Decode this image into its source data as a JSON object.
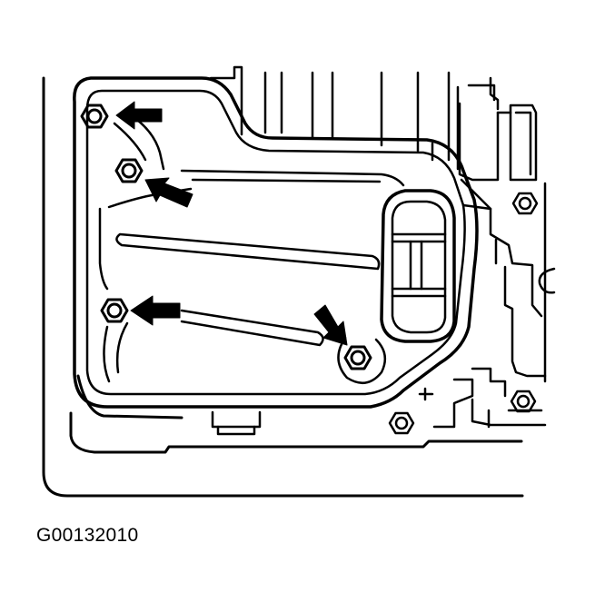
{
  "figure": {
    "code": "G00132010"
  },
  "colors": {
    "line": "#000000",
    "background": "#ffffff"
  },
  "components": {
    "bolts": [
      "filter-bolt",
      "filter-bolt",
      "filter-bolt",
      "filter-bolt"
    ],
    "arrows": [
      "arrow",
      "arrow",
      "arrow",
      "arrow"
    ],
    "icons": [
      "bolt-icon",
      "arrow-icon"
    ]
  }
}
